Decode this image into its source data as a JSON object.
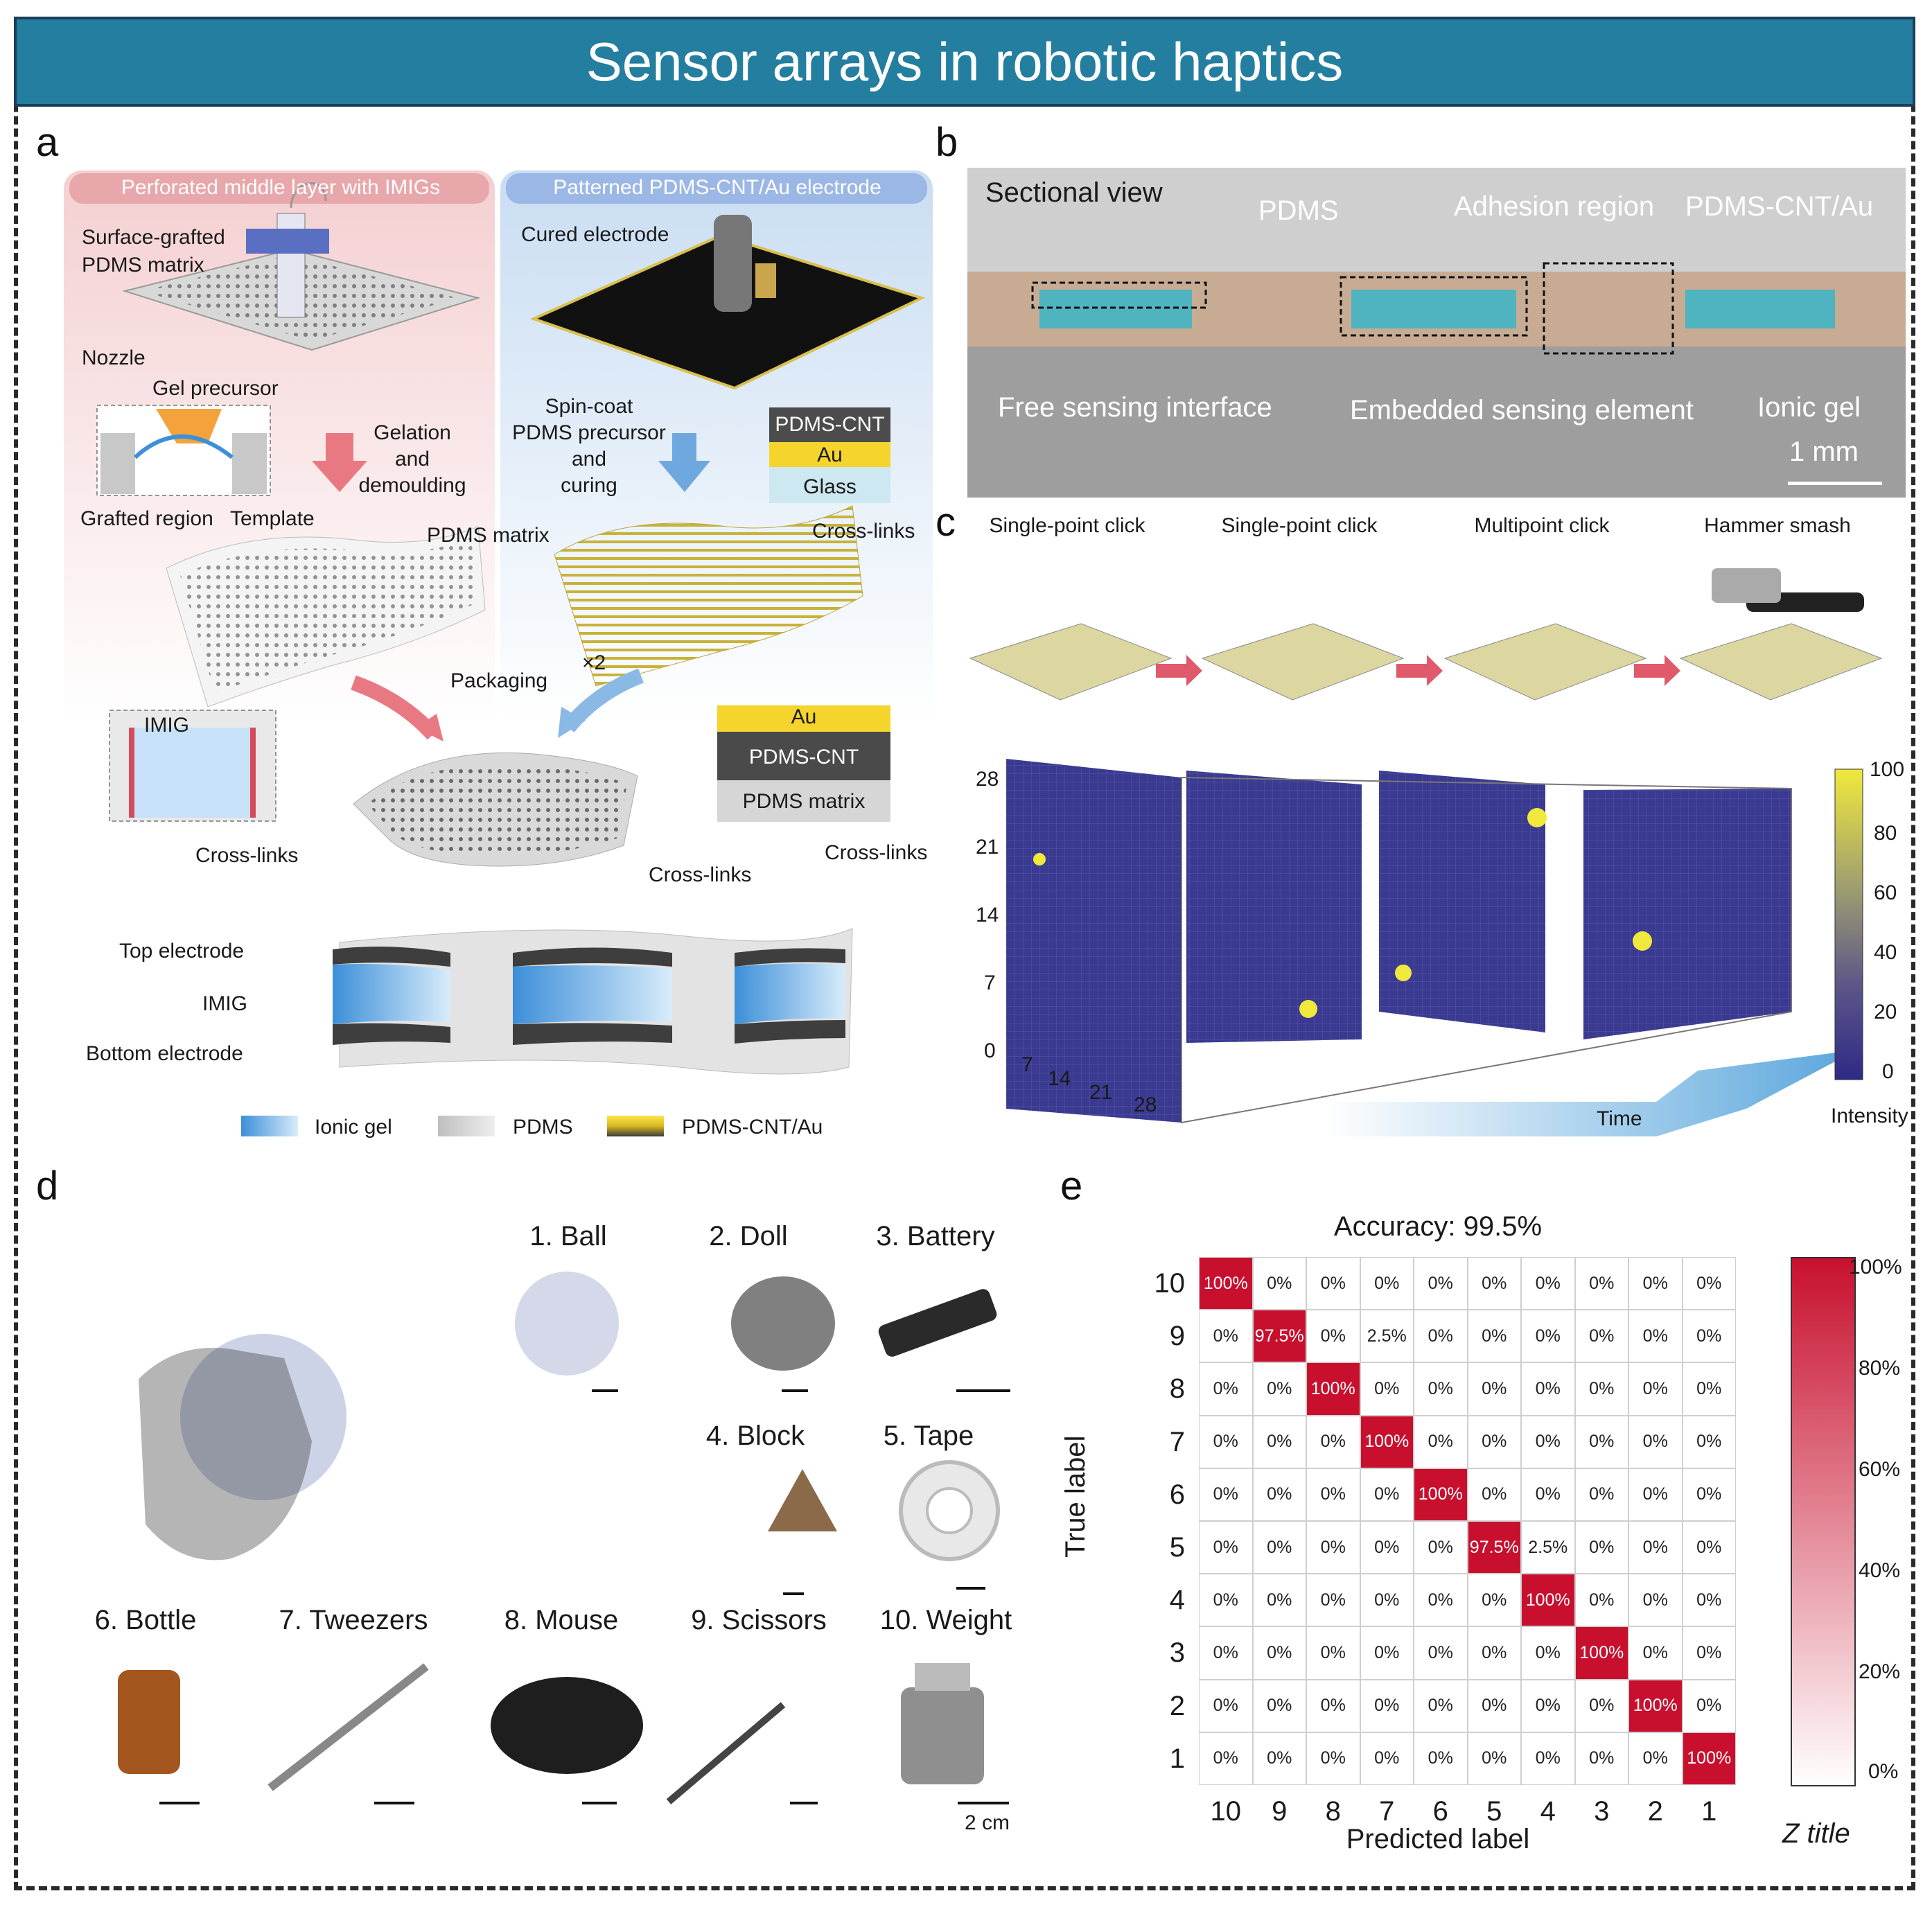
{
  "title": "Sensor arrays in robotic haptics",
  "panels": {
    "a": "a",
    "b": "b",
    "c": "c",
    "d": "d",
    "e": "e"
  },
  "panel_a": {
    "left_header": "Perforated middle layer with IMIGs",
    "right_header": "Patterned PDMS-CNT/Au electrode",
    "surface_grafted": "Surface-grafted",
    "pdms_matrix_line": "PDMS matrix",
    "nozzle": "Nozzle",
    "gel_precursor": "Gel precursor",
    "grafted_region": "Grafted region",
    "template": "Template",
    "gelation1": "Gelation",
    "gelation2": "and",
    "gelation3": "demoulding",
    "cured_electrode": "Cured electrode",
    "spin1": "Spin-coat",
    "spin2": "PDMS precursor",
    "spin3": "and",
    "spin4": "curing",
    "stack_pdms_cnt": "PDMS-CNT",
    "stack_au": "Au",
    "stack_glass": "Glass",
    "cross_links_right": "Cross-links",
    "pdms_matrix_mid": "PDMS matrix",
    "imig": "IMIG",
    "cross_links_left": "Cross-links",
    "packaging": "Packaging",
    "times2": "×2",
    "stack2_au": "Au",
    "stack2_pdms_cnt": "PDMS-CNT",
    "stack2_pdms_matrix": "PDMS matrix",
    "cross_links_right2": "Cross-links",
    "cross_links_bottom": "Cross-links",
    "top_electrode": "Top electrode",
    "imig_label": "IMIG",
    "bottom_electrode": "Bottom electrode",
    "legend": [
      "Ionic gel",
      "PDMS",
      "PDMS-CNT/Au"
    ]
  },
  "panel_b": {
    "sectional_view": "Sectional view",
    "pdms": "PDMS",
    "adhesion_region": "Adhesion region",
    "pdms_cnt_au": "PDMS-CNT/Au",
    "free_sensing": "Free sensing interface",
    "embedded": "Embedded sensing element",
    "ionic_gel": "Ionic gel",
    "scale": "1 mm"
  },
  "panel_c": {
    "actions": [
      "Single-point click",
      "Single-point click",
      "Multipoint click",
      "Hammer smash"
    ],
    "y_ticks": [
      "28",
      "21",
      "14",
      "7",
      "0"
    ],
    "x_ticks": [
      "7",
      "14",
      "21",
      "28"
    ],
    "time_label": "Time",
    "colorbar_ticks": [
      "100",
      "80",
      "60",
      "40",
      "20",
      "0"
    ],
    "colorbar_label": "Intensity",
    "colors": {
      "low": "#3b2f8f",
      "high": "#f0e93c",
      "mid": "#8a8a6a"
    }
  },
  "panel_d": {
    "objects": [
      "1. Ball",
      "2. Doll",
      "3. Battery",
      "4. Block",
      "5. Tape",
      "6. Bottle",
      "7. Tweezers",
      "8. Mouse",
      "9. Scissors",
      "10. Weight"
    ],
    "scale": "2 cm"
  },
  "panel_e": {
    "accuracy": "Accuracy: 99.5%",
    "ylabel": "True label",
    "xlabel": "Predicted label",
    "ztitle": "Z title",
    "colorbar_ticks": [
      "100%",
      "80%",
      "60%",
      "40%",
      "20%",
      "0%"
    ],
    "accent": "#c8102e"
  },
  "chart_data": {
    "type": "heatmap",
    "title": "Accuracy: 99.5%",
    "xlabel": "Predicted label",
    "ylabel": "True label",
    "x_categories": [
      "10",
      "9",
      "8",
      "7",
      "6",
      "5",
      "4",
      "3",
      "2",
      "1"
    ],
    "y_categories": [
      "10",
      "9",
      "8",
      "7",
      "6",
      "5",
      "4",
      "3",
      "2",
      "1"
    ],
    "values": [
      [
        "100%",
        "0%",
        "0%",
        "0%",
        "0%",
        "0%",
        "0%",
        "0%",
        "0%",
        "0%"
      ],
      [
        "0%",
        "97.5%",
        "0%",
        "2.5%",
        "0%",
        "0%",
        "0%",
        "0%",
        "0%",
        "0%"
      ],
      [
        "0%",
        "0%",
        "100%",
        "0%",
        "0%",
        "0%",
        "0%",
        "0%",
        "0%",
        "0%"
      ],
      [
        "0%",
        "0%",
        "0%",
        "100%",
        "0%",
        "0%",
        "0%",
        "0%",
        "0%",
        "0%"
      ],
      [
        "0%",
        "0%",
        "0%",
        "0%",
        "100%",
        "0%",
        "0%",
        "0%",
        "0%",
        "0%"
      ],
      [
        "0%",
        "0%",
        "0%",
        "0%",
        "0%",
        "97.5%",
        "2.5%",
        "0%",
        "0%",
        "0%"
      ],
      [
        "0%",
        "0%",
        "0%",
        "0%",
        "0%",
        "0%",
        "100%",
        "0%",
        "0%",
        "0%"
      ],
      [
        "0%",
        "0%",
        "0%",
        "0%",
        "0%",
        "0%",
        "0%",
        "100%",
        "0%",
        "0%"
      ],
      [
        "0%",
        "0%",
        "0%",
        "0%",
        "0%",
        "0%",
        "0%",
        "0%",
        "100%",
        "0%"
      ],
      [
        "0%",
        "0%",
        "0%",
        "0%",
        "0%",
        "0%",
        "0%",
        "0%",
        "0%",
        "100%"
      ]
    ],
    "zrange": [
      0,
      100
    ]
  }
}
